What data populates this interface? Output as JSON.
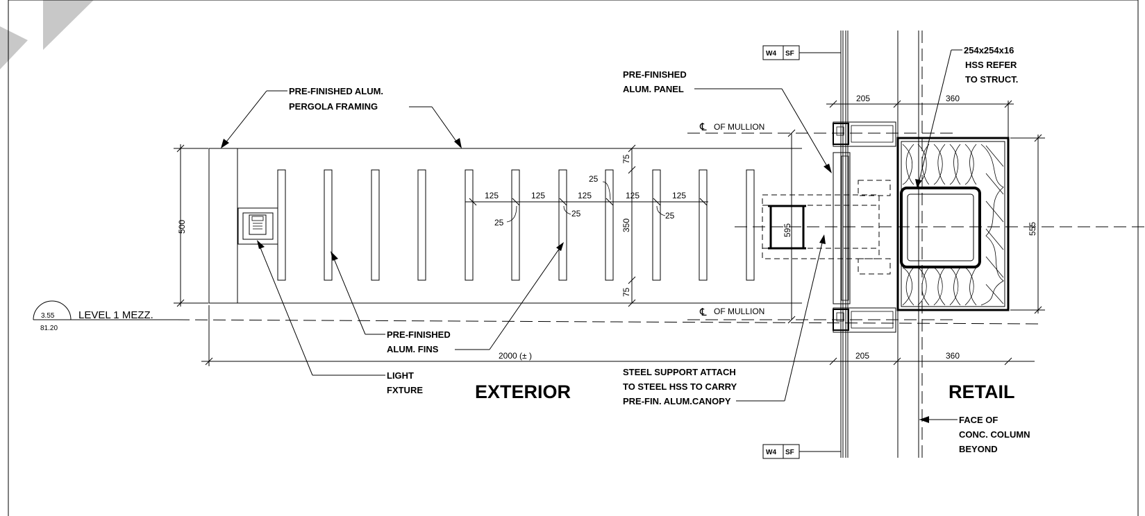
{
  "labels": {
    "pergola_framing_1": "PRE-FINISHED ALUM.",
    "pergola_framing_2": "PERGOLA FRAMING",
    "alum_panel_1": "PRE-FINISHED",
    "alum_panel_2": "ALUM. PANEL",
    "hss_1": "254x254x16",
    "hss_2": "HSS REFER",
    "hss_3": "TO STRUCT.",
    "fins_1": "PRE-FINISHED",
    "fins_2": "ALUM. FINS",
    "light_1": "LIGHT",
    "light_2": "FXTURE",
    "steel_1": "STEEL SUPPORT ATTACH",
    "steel_2": "TO STEEL HSS TO CARRY",
    "steel_3": "PRE-FIN. ALUM.CANOPY",
    "column_1": "FACE OF",
    "column_2": "CONC. COLUMN",
    "column_3": "BEYOND",
    "exterior": "EXTERIOR",
    "retail": "RETAIL",
    "mullion_top": "OF MULLION",
    "mullion_bottom": "OF MULLION",
    "centerline_symbol": "℄"
  },
  "level": {
    "top_value": "3.55",
    "bottom_value": "81.20",
    "name": "LEVEL 1 MEZZ."
  },
  "tags": {
    "wall_type_top": "W4",
    "wall_type_top_suffix": "SF",
    "wall_type_bottom": "W4",
    "wall_type_bottom_suffix": "SF"
  },
  "dimensions": {
    "overall_height": "500",
    "fin_depth": "350",
    "top_offset": "75",
    "bottom_offset": "75",
    "panel_depth": "595",
    "hss_depth": "555",
    "overall_width": "2000 (± )",
    "wall_top": "205",
    "column_top": "360",
    "wall_bottom": "205",
    "column_bottom": "360",
    "spacing": [
      "125",
      "125",
      "125",
      "125",
      "125"
    ],
    "fin_thickness": [
      "25",
      "25",
      "25",
      "25"
    ]
  },
  "colors": {
    "line": "#000000",
    "background": "#ffffff",
    "watermark": "#c8c8c8"
  }
}
